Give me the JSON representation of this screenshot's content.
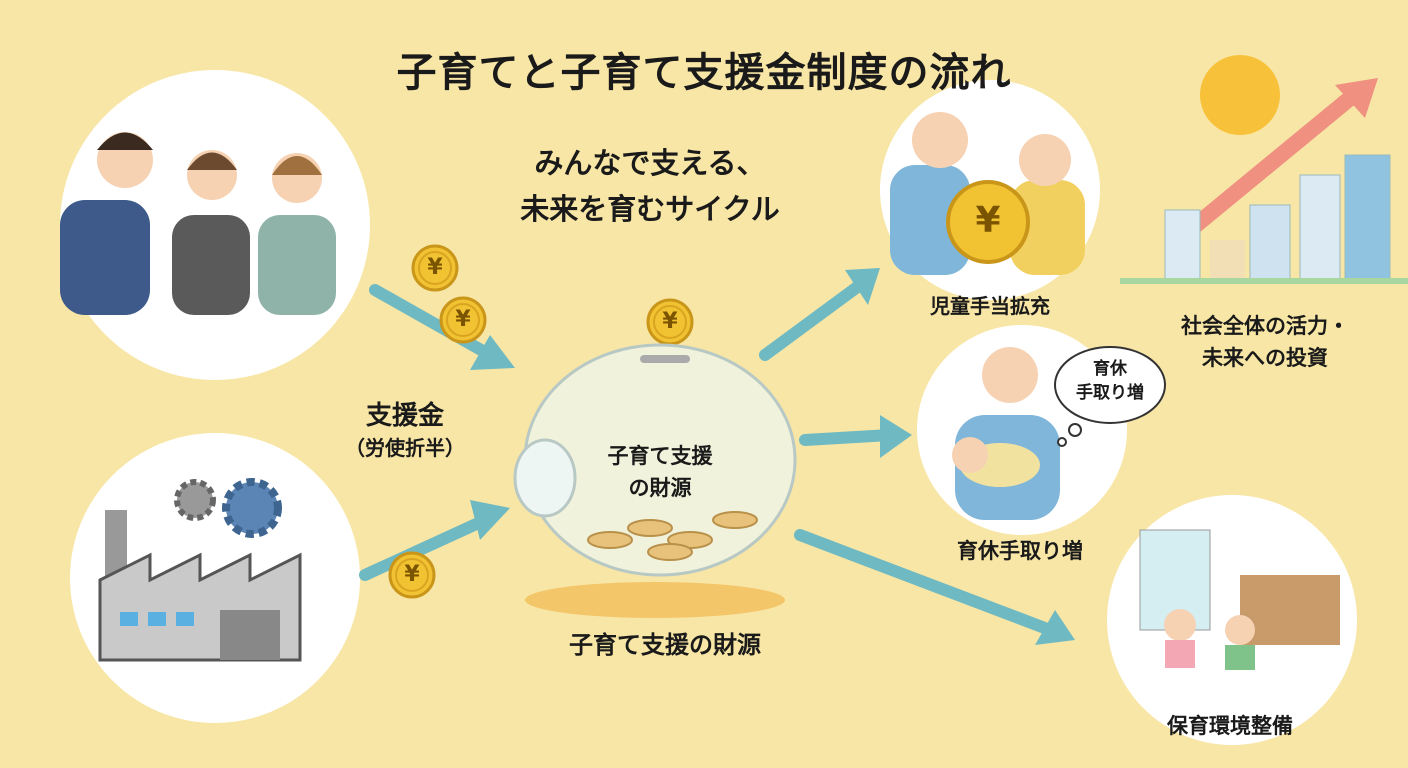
{
  "title": "子育てと子育て支援金制度の流れ",
  "subtitle": {
    "line1": "みんなで支える、",
    "line2": "未来を育むサイクル"
  },
  "contribution": {
    "label": "支援金",
    "note": "（労使折半）"
  },
  "piggy_bank": {
    "inner_line1": "子育て支援",
    "inner_line2": "の財源",
    "caption": "子育て支援の財源"
  },
  "outcomes": [
    {
      "label": "児童手当拡充"
    },
    {
      "label": "育休手取り増",
      "bubble_line1": "育休",
      "bubble_line2": "手取り増"
    },
    {
      "label": "保育環境整備"
    }
  ],
  "society": {
    "line1": "社会全体の活力・",
    "line2": "未来への投資"
  },
  "coin_symbol": "¥",
  "colors": {
    "background": "#f8e6a6",
    "arrow": "#6fb9c2",
    "coin": "#f1c232",
    "circle": "#ffffff"
  }
}
